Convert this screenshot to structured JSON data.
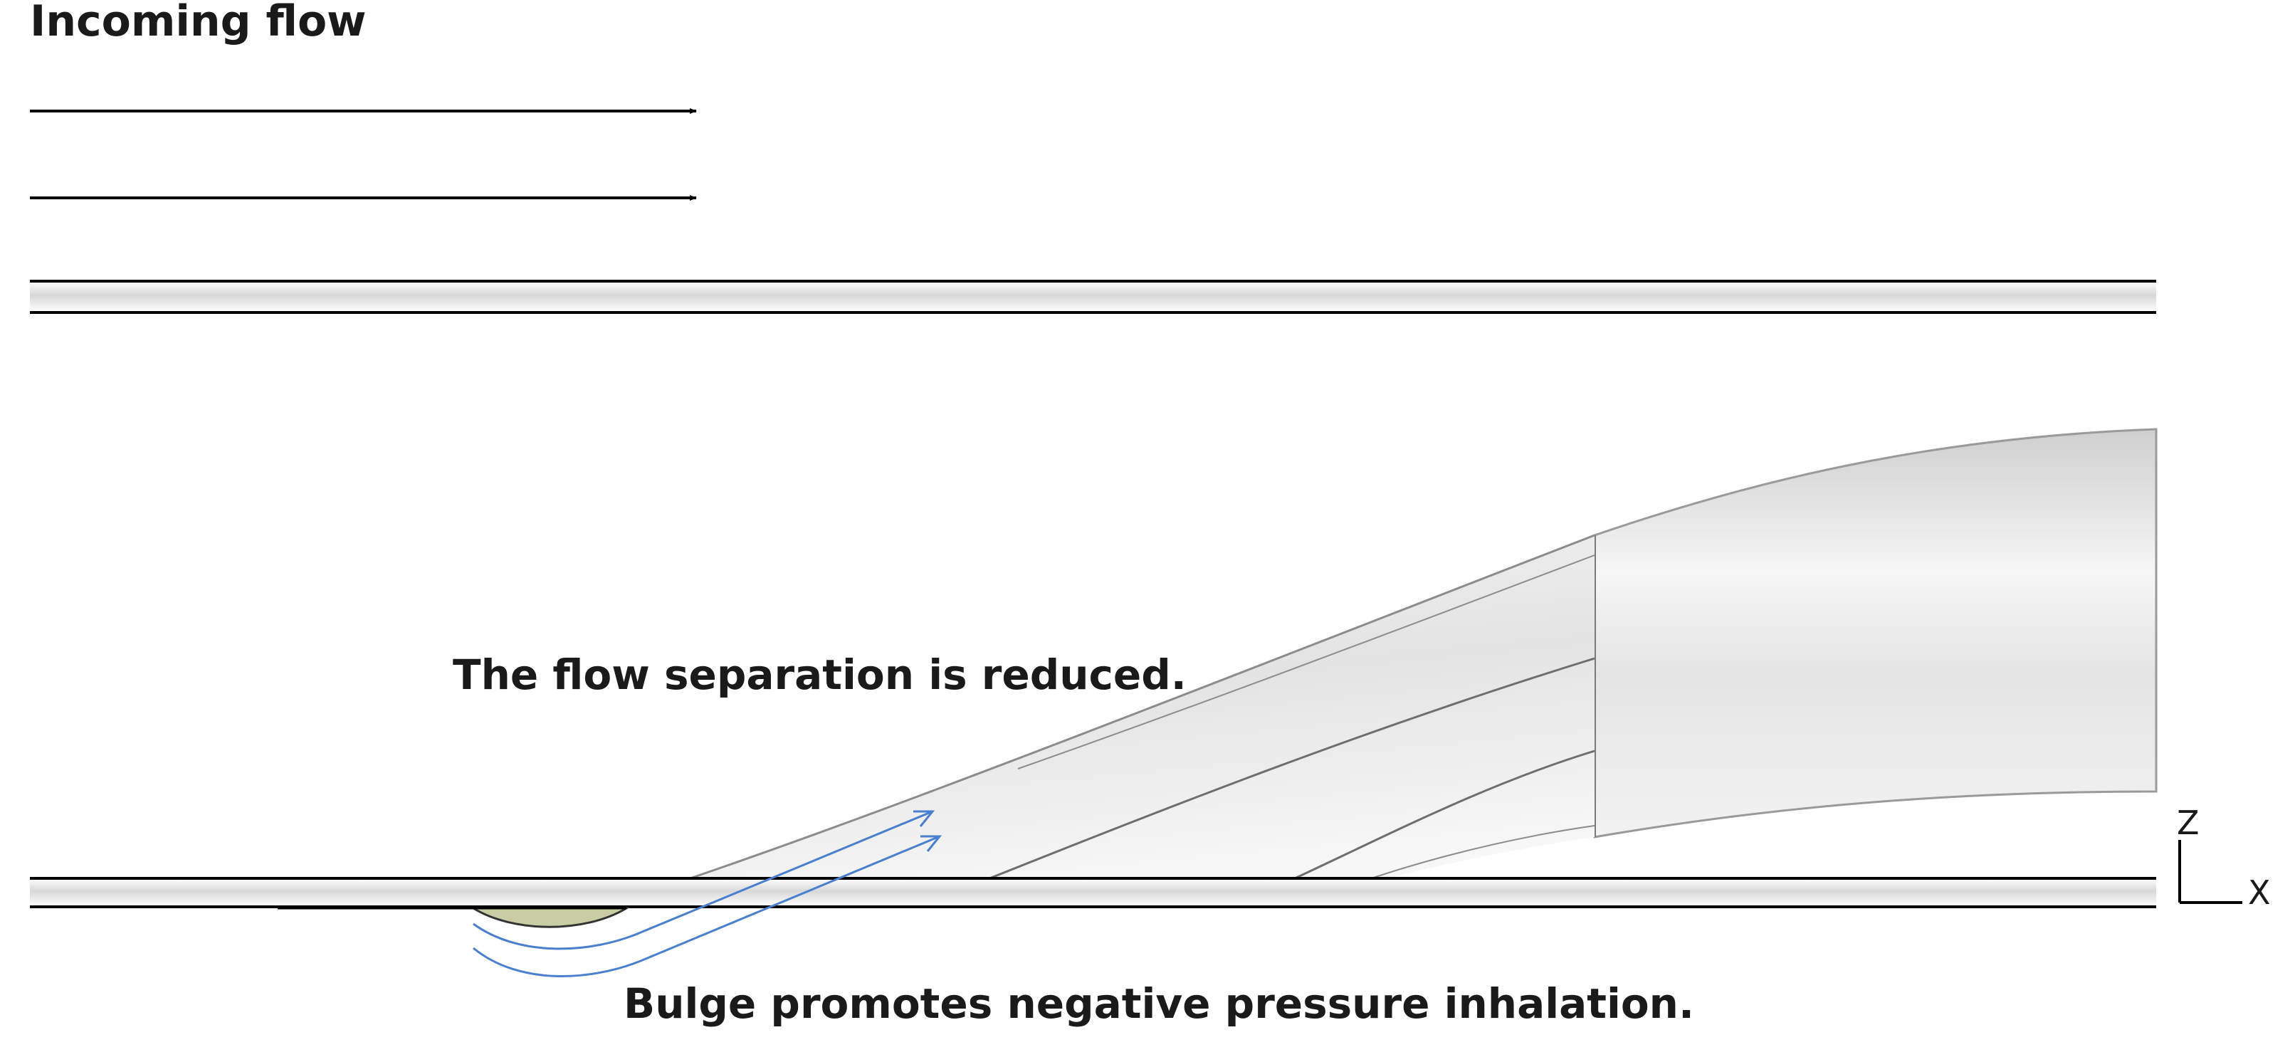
{
  "labels": {
    "incoming_flow": "Incoming flow",
    "separation_reduced": "The flow separation is reduced.",
    "bulge_caption": "Bulge promotes negative pressure inhalation."
  },
  "axes": {
    "z": "Z",
    "x": "X"
  },
  "colors": {
    "bulge": "#c9cda4",
    "streamline": "#4a7fd0",
    "outline": "#000000",
    "surface": "#e9e9e9"
  }
}
